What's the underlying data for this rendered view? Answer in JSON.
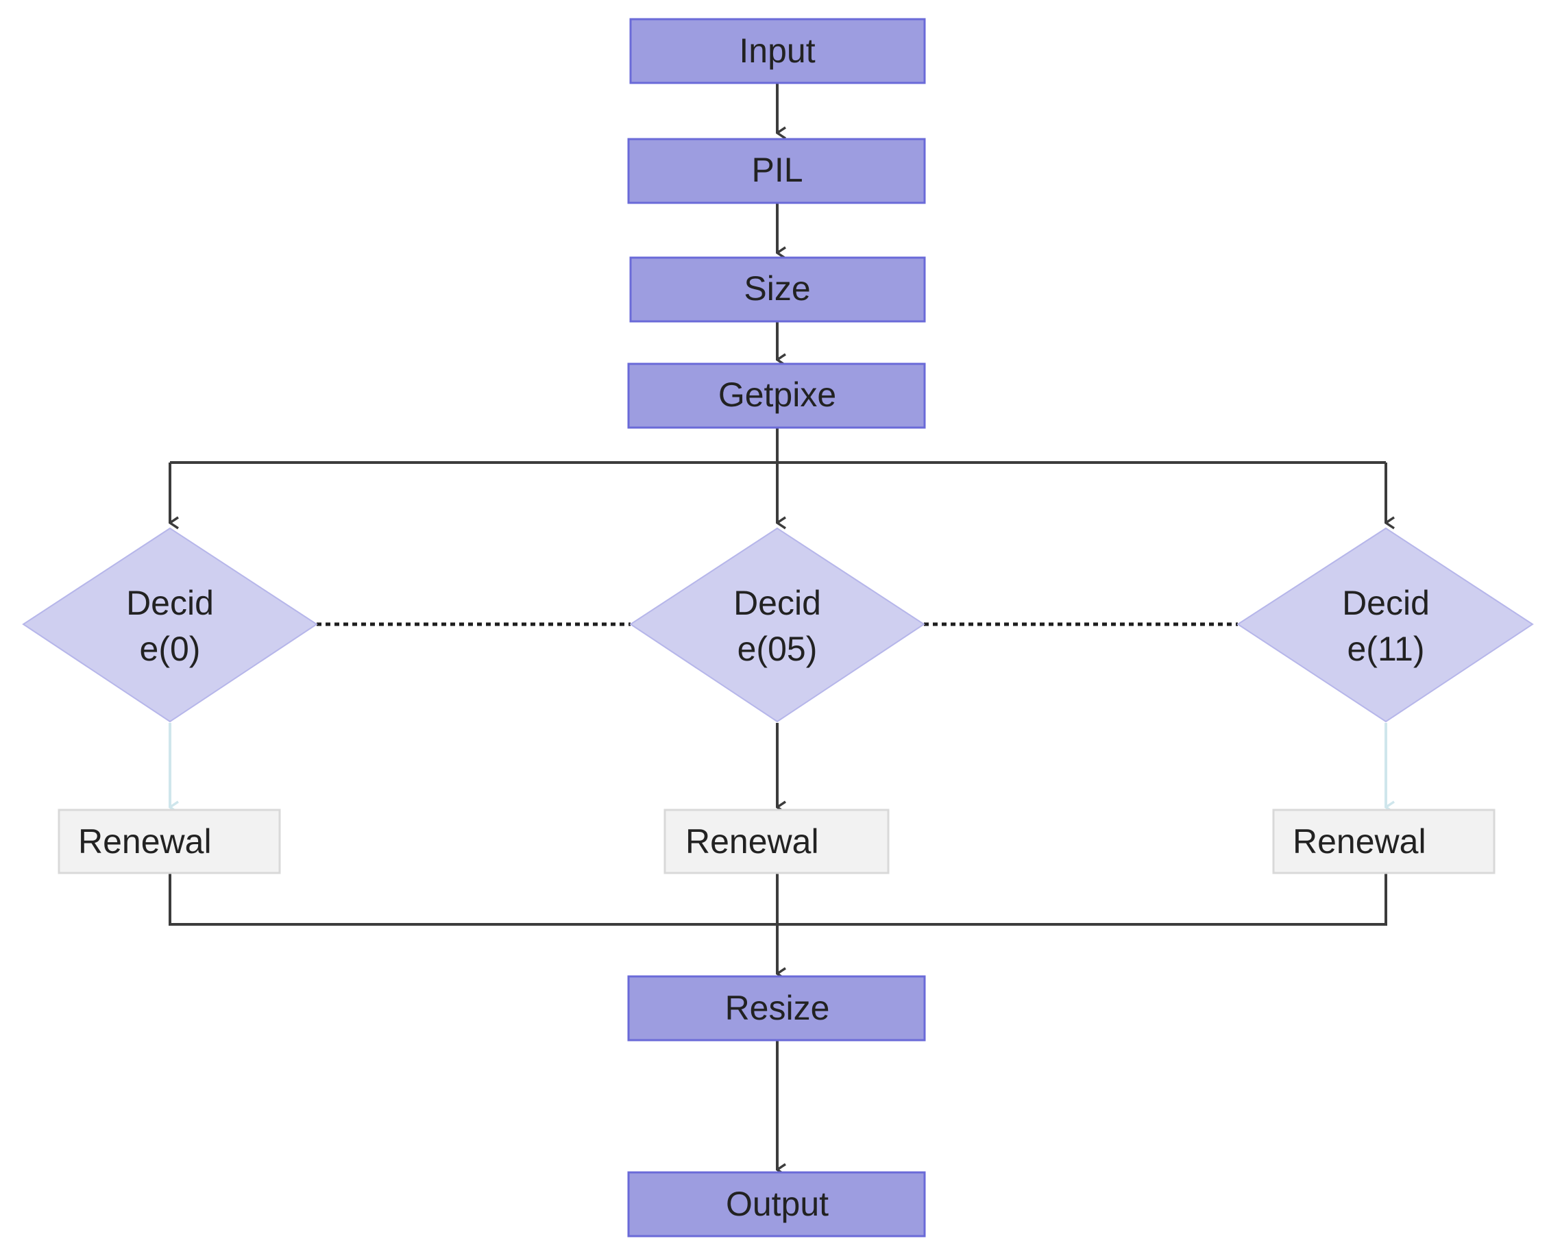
{
  "diagram": {
    "nodes": {
      "input": "Input",
      "pil": "PIL",
      "size": "Size",
      "getpixel": "Getpixe",
      "decide_left": {
        "line1": "Decid",
        "line2": "e(0)"
      },
      "decide_center": {
        "line1": "Decid",
        "line2": "e(05)"
      },
      "decide_right": {
        "line1": "Decid",
        "line2": "e(11)"
      },
      "renewal_left": "Renewal",
      "renewal_center": "Renewal",
      "renewal_right": "Renewal",
      "resize": "Resize",
      "output": "Output"
    }
  },
  "colors": {
    "process_fill": "#9d9de0",
    "process_border": "#6a6ad8",
    "decision_fill": "#cfcff0",
    "renewal_fill": "#f2f2f2",
    "edge": "#3c3c3c",
    "edge_light": "#cfe6ec"
  }
}
